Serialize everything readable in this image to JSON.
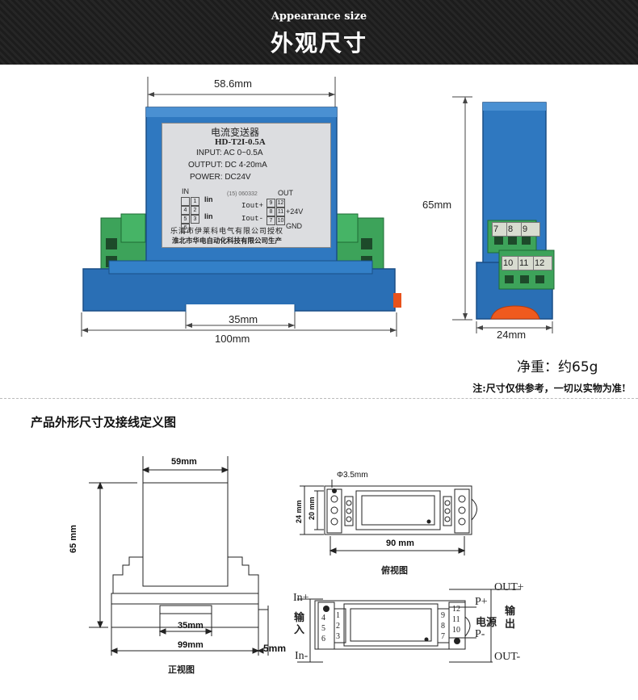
{
  "header": {
    "subtitle_en": "Appearance size",
    "title_cn": "外观尺寸"
  },
  "photo_front": {
    "dim_top": "58.6mm",
    "dim_inner": "35mm",
    "dim_bottom": "100mm",
    "label": {
      "name_cn": "电流变送器",
      "model": "HD-T2I-0.5A",
      "input": "INPUT: AC 0~0.5A",
      "output": "OUTPUT: DC 4-20mA",
      "power": "POWER: DC24V",
      "in_label": "IN",
      "out_label": "OUT",
      "serial": "(15) 060332",
      "iin_top": "Iin",
      "iin_bottom": "Iin",
      "iout_plus": "Iout+",
      "iout_minus": "Iout-",
      "plus24": "+24V",
      "gnd": "GND",
      "left_pins": [
        "1",
        "4",
        "2",
        "5",
        "3",
        "6"
      ],
      "right_pins": [
        "9",
        "12",
        "8",
        "11",
        "7",
        "10"
      ],
      "maker_line1": "乐清市伊莱科电气有限公司授权",
      "maker_line2": "淮北市华电自动化科技有限公司生产"
    }
  },
  "photo_side": {
    "dim_height": "65mm",
    "dim_width": "24mm",
    "terminals_top": [
      "7",
      "8",
      "9"
    ],
    "terminals_bottom": [
      "10",
      "11",
      "12"
    ]
  },
  "weight_text": "净重：约65g",
  "note_text": "注:尺寸仅供参考，一切以实物为准!",
  "section_title": "产品外形尺寸及接线定义图",
  "drawing_front": {
    "dim_top": "59mm",
    "dim_height": "65 mm",
    "dim_inner": "35mm",
    "dim_bottom": "99mm",
    "dim_side": "5mm",
    "caption": "正视图"
  },
  "drawing_top": {
    "hole": "Φ3.5mm",
    "dim_outer": "24 mm",
    "dim_inner": "20 mm",
    "dim_length": "90 mm",
    "caption": "俯视图"
  },
  "wiring": {
    "in_plus": "In+",
    "in_minus": "In-",
    "input_cn": "输入",
    "left_pins_outer": [
      "4",
      "5",
      "6"
    ],
    "left_pins_inner": [
      "1",
      "2",
      "3"
    ],
    "right_pins_inner": [
      "9",
      "8",
      "7"
    ],
    "right_pins_outer": [
      "12",
      "11",
      "10"
    ],
    "p_plus": "P+",
    "p_minus": "P-",
    "power_cn": "电源",
    "output_cn": "输出",
    "out_plus": "OUT+",
    "out_minus": "OUT-"
  }
}
